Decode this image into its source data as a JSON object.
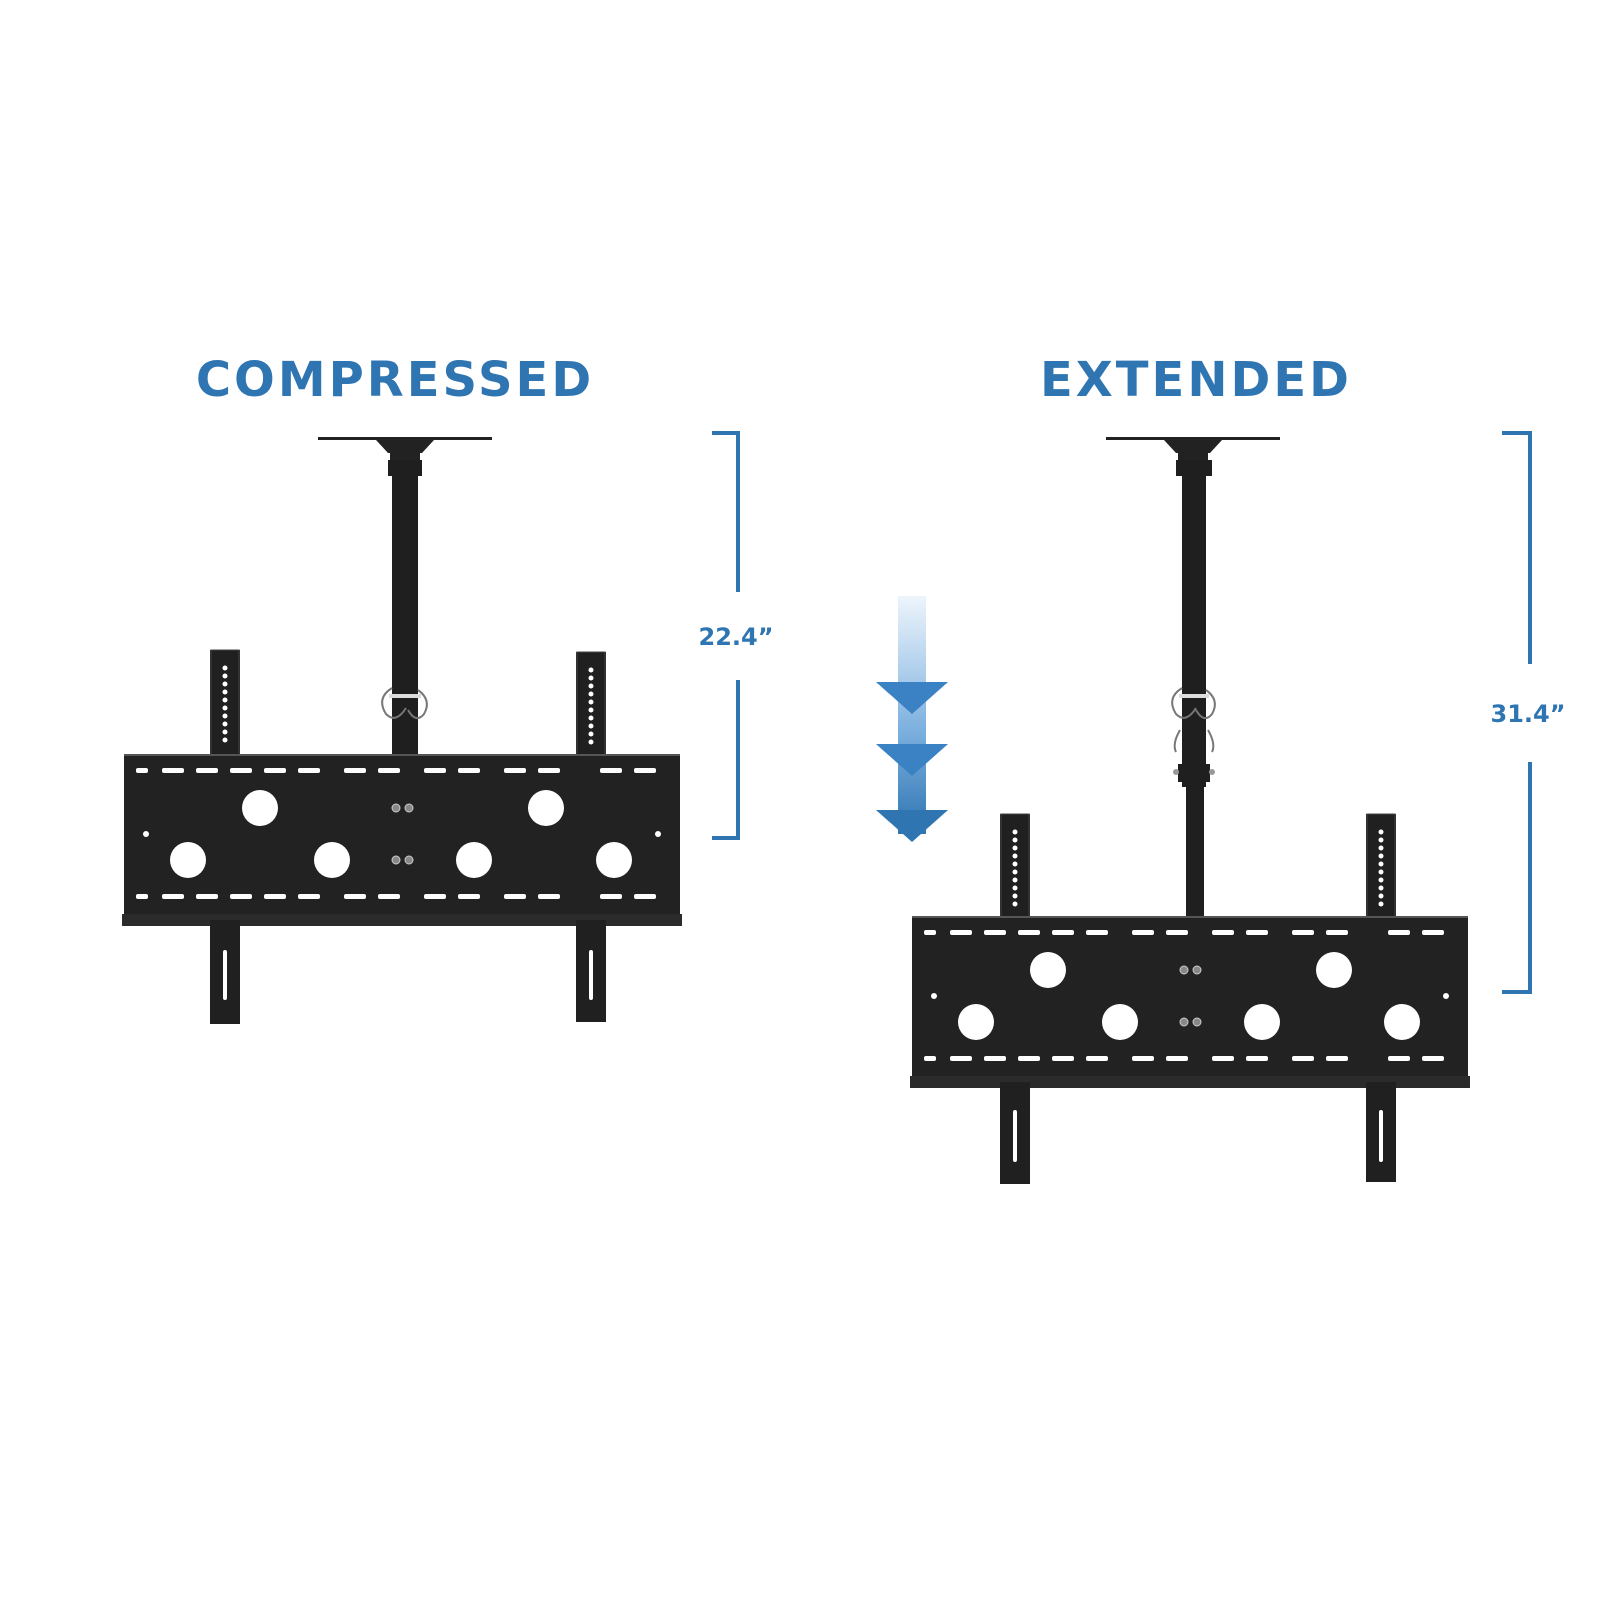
{
  "colors": {
    "accent": "#2e75b2",
    "mount": "#222222",
    "hole": "#ffffff",
    "arrow_top": "#e9f2fb",
    "arrow_bottom": "#2e75b2"
  },
  "compressed": {
    "title": "COMPRESSED",
    "height_label": "22.4”"
  },
  "extended": {
    "title": "EXTENDED",
    "height_label": "31.4”"
  },
  "icons": {
    "arrow": "arrow-down-icon",
    "mount": "tv-ceiling-mount-icon"
  }
}
